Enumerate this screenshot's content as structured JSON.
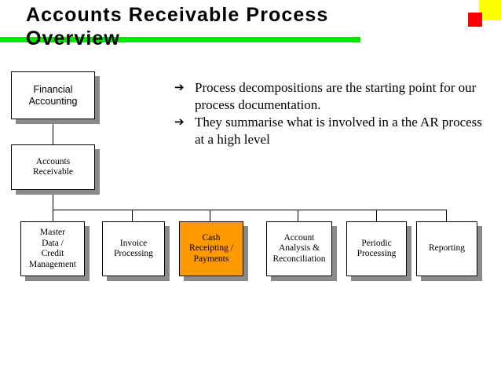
{
  "slide": {
    "title": "Accounts Receivable Process\nOverview",
    "accent_green": "#00e800",
    "accent_yellow": "#ffff00",
    "accent_red": "#ff0000",
    "highlight_orange": "#ff9900",
    "shadow_gray": "#8a8a8a"
  },
  "bullets": {
    "marker": "➔",
    "items": [
      "Process decompositions are the starting point for our process documentation.",
      "They summarise what is involved in a the AR process at a high level"
    ]
  },
  "diagram": {
    "level1": {
      "label": "Financial\nAccounting"
    },
    "level2": {
      "label": "Accounts\nReceivable"
    },
    "level3": [
      {
        "label": "Master\nData /\nCredit\nManagement",
        "highlighted": false
      },
      {
        "label": "Invoice\nProcessing",
        "highlighted": false
      },
      {
        "label": "Cash\nReceipting /\nPayments",
        "highlighted": true
      },
      {
        "label": "Account\nAnalysis &\nReconciliation",
        "highlighted": false
      },
      {
        "label": "Periodic\nProcessing",
        "highlighted": false
      },
      {
        "label": "Reporting",
        "highlighted": false
      }
    ]
  }
}
